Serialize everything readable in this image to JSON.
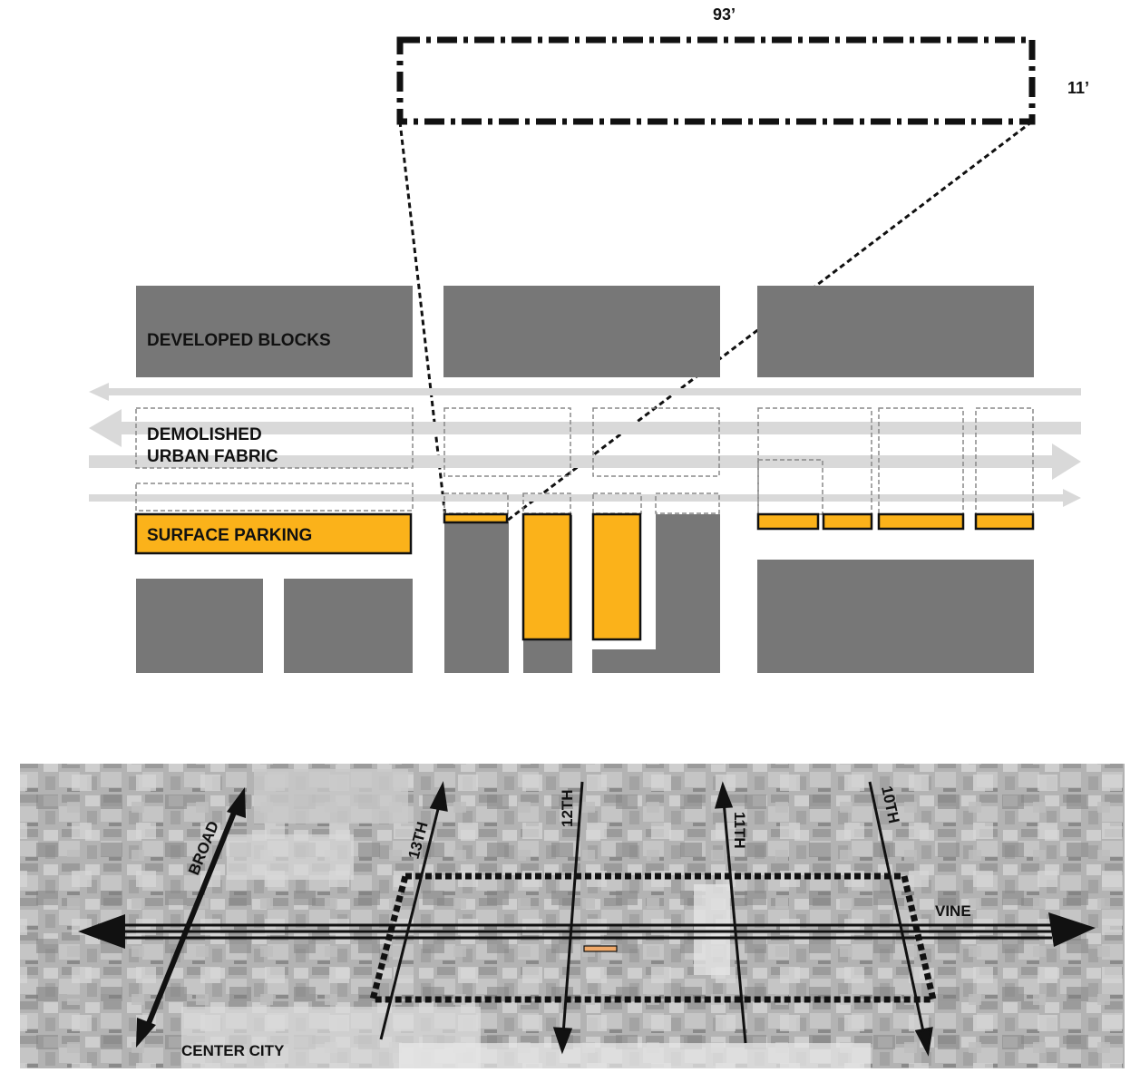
{
  "dimensions": {
    "width_label": "93’",
    "height_label": "11’"
  },
  "labels": {
    "developed_blocks": "DEVELOPED BLOCKS",
    "demolished_line1": "DEMOLISHED",
    "demolished_line2": "URBAN FABRIC",
    "surface_parking": "SURFACE PARKING"
  },
  "streets": {
    "broad": "BROAD",
    "s13": "13TH",
    "s12": "12TH",
    "s11": "11TH",
    "s10": "10TH",
    "vine": "VINE",
    "center_city": "CENTER CITY"
  },
  "colors": {
    "block": "#777777",
    "parking": "#fbb21a",
    "arrow": "#d9d9d9",
    "outline": "#111111",
    "demolished_outline": "#888888"
  }
}
